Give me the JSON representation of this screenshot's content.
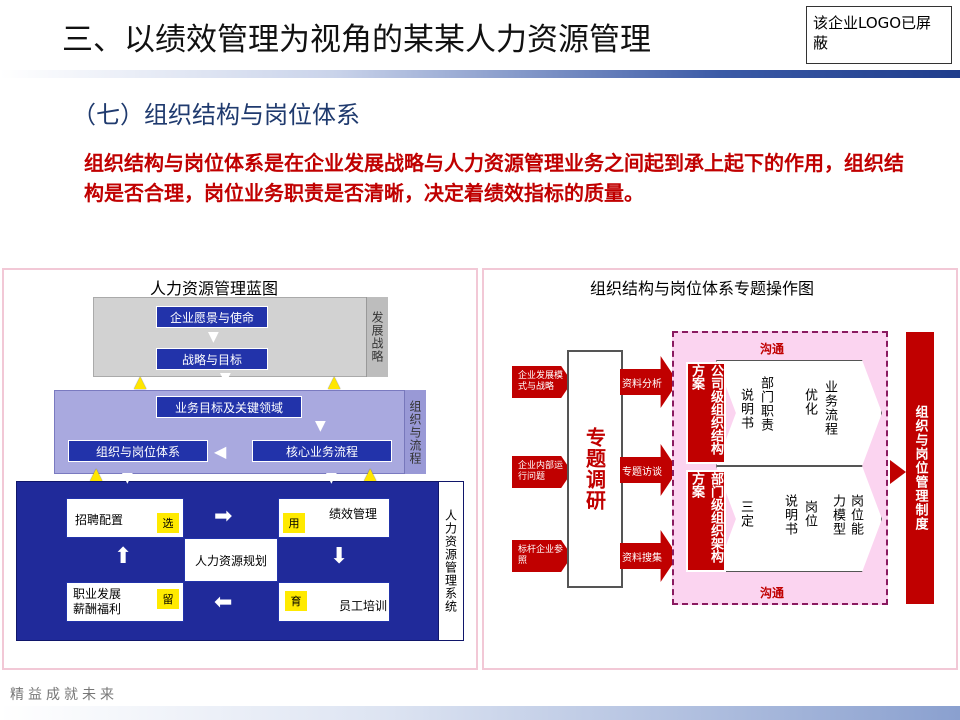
{
  "header": {
    "title": "三、以绩效管理为视角的某某人力资源管理",
    "logo_note": "该企业LOGO已屏蔽"
  },
  "section": {
    "subtitle": "（七）组织结构与岗位体系",
    "intro": "组织结构与岗位体系是在企业发展战略与人力资源管理业务之间起到承上起下的作用，组织结构是否合理，岗位业务职责是否清晰，决定着绩效指标的质量。"
  },
  "left_diagram": {
    "title": "人力资源管理蓝图",
    "tier1_label": "发展战略",
    "tier2_label": "组织与流程",
    "tier3_label": "人力资源管理系统",
    "vision": "企业愿景与使命",
    "strategy": "战略与目标",
    "business_goals": "业务目标及关键领域",
    "org_post": "组织与岗位体系",
    "core_process": "核心业务流程",
    "recruit": "招聘配置",
    "recruit_badge": "选",
    "performance": "绩效管理",
    "performance_badge": "用",
    "hr_planning": "人力资源规划",
    "career": "职业发展\n薪酬福利",
    "career_badge": "留",
    "training": "员工培训",
    "training_badge": "育"
  },
  "right_diagram": {
    "title": "组织结构与岗位体系专题操作图",
    "input1": "企业发展模式与战略",
    "input2": "企业内部运行问题",
    "input3": "标杆企业参照",
    "research": "专题调研",
    "arrow1": "资料分析",
    "arrow2": "专题访谈",
    "arrow3": "资料搜集",
    "comm_top": "沟通",
    "comm_bottom": "沟通",
    "company_org": "公司级组织结构方案",
    "dept_org": "部门级组织架构方案",
    "col1_top": "说明书",
    "col2_top": "部门职责",
    "col3_top": "优化",
    "col4_top": "业务流程",
    "col1_bottom": "三定",
    "col2_bottom": "说明书",
    "col3_bottom": "岗位",
    "col4_bottom": "力模型",
    "col5_bottom": "岗位能",
    "final": "组织与岗位管理制度"
  },
  "footer": {
    "motto": "精益成就未来"
  }
}
